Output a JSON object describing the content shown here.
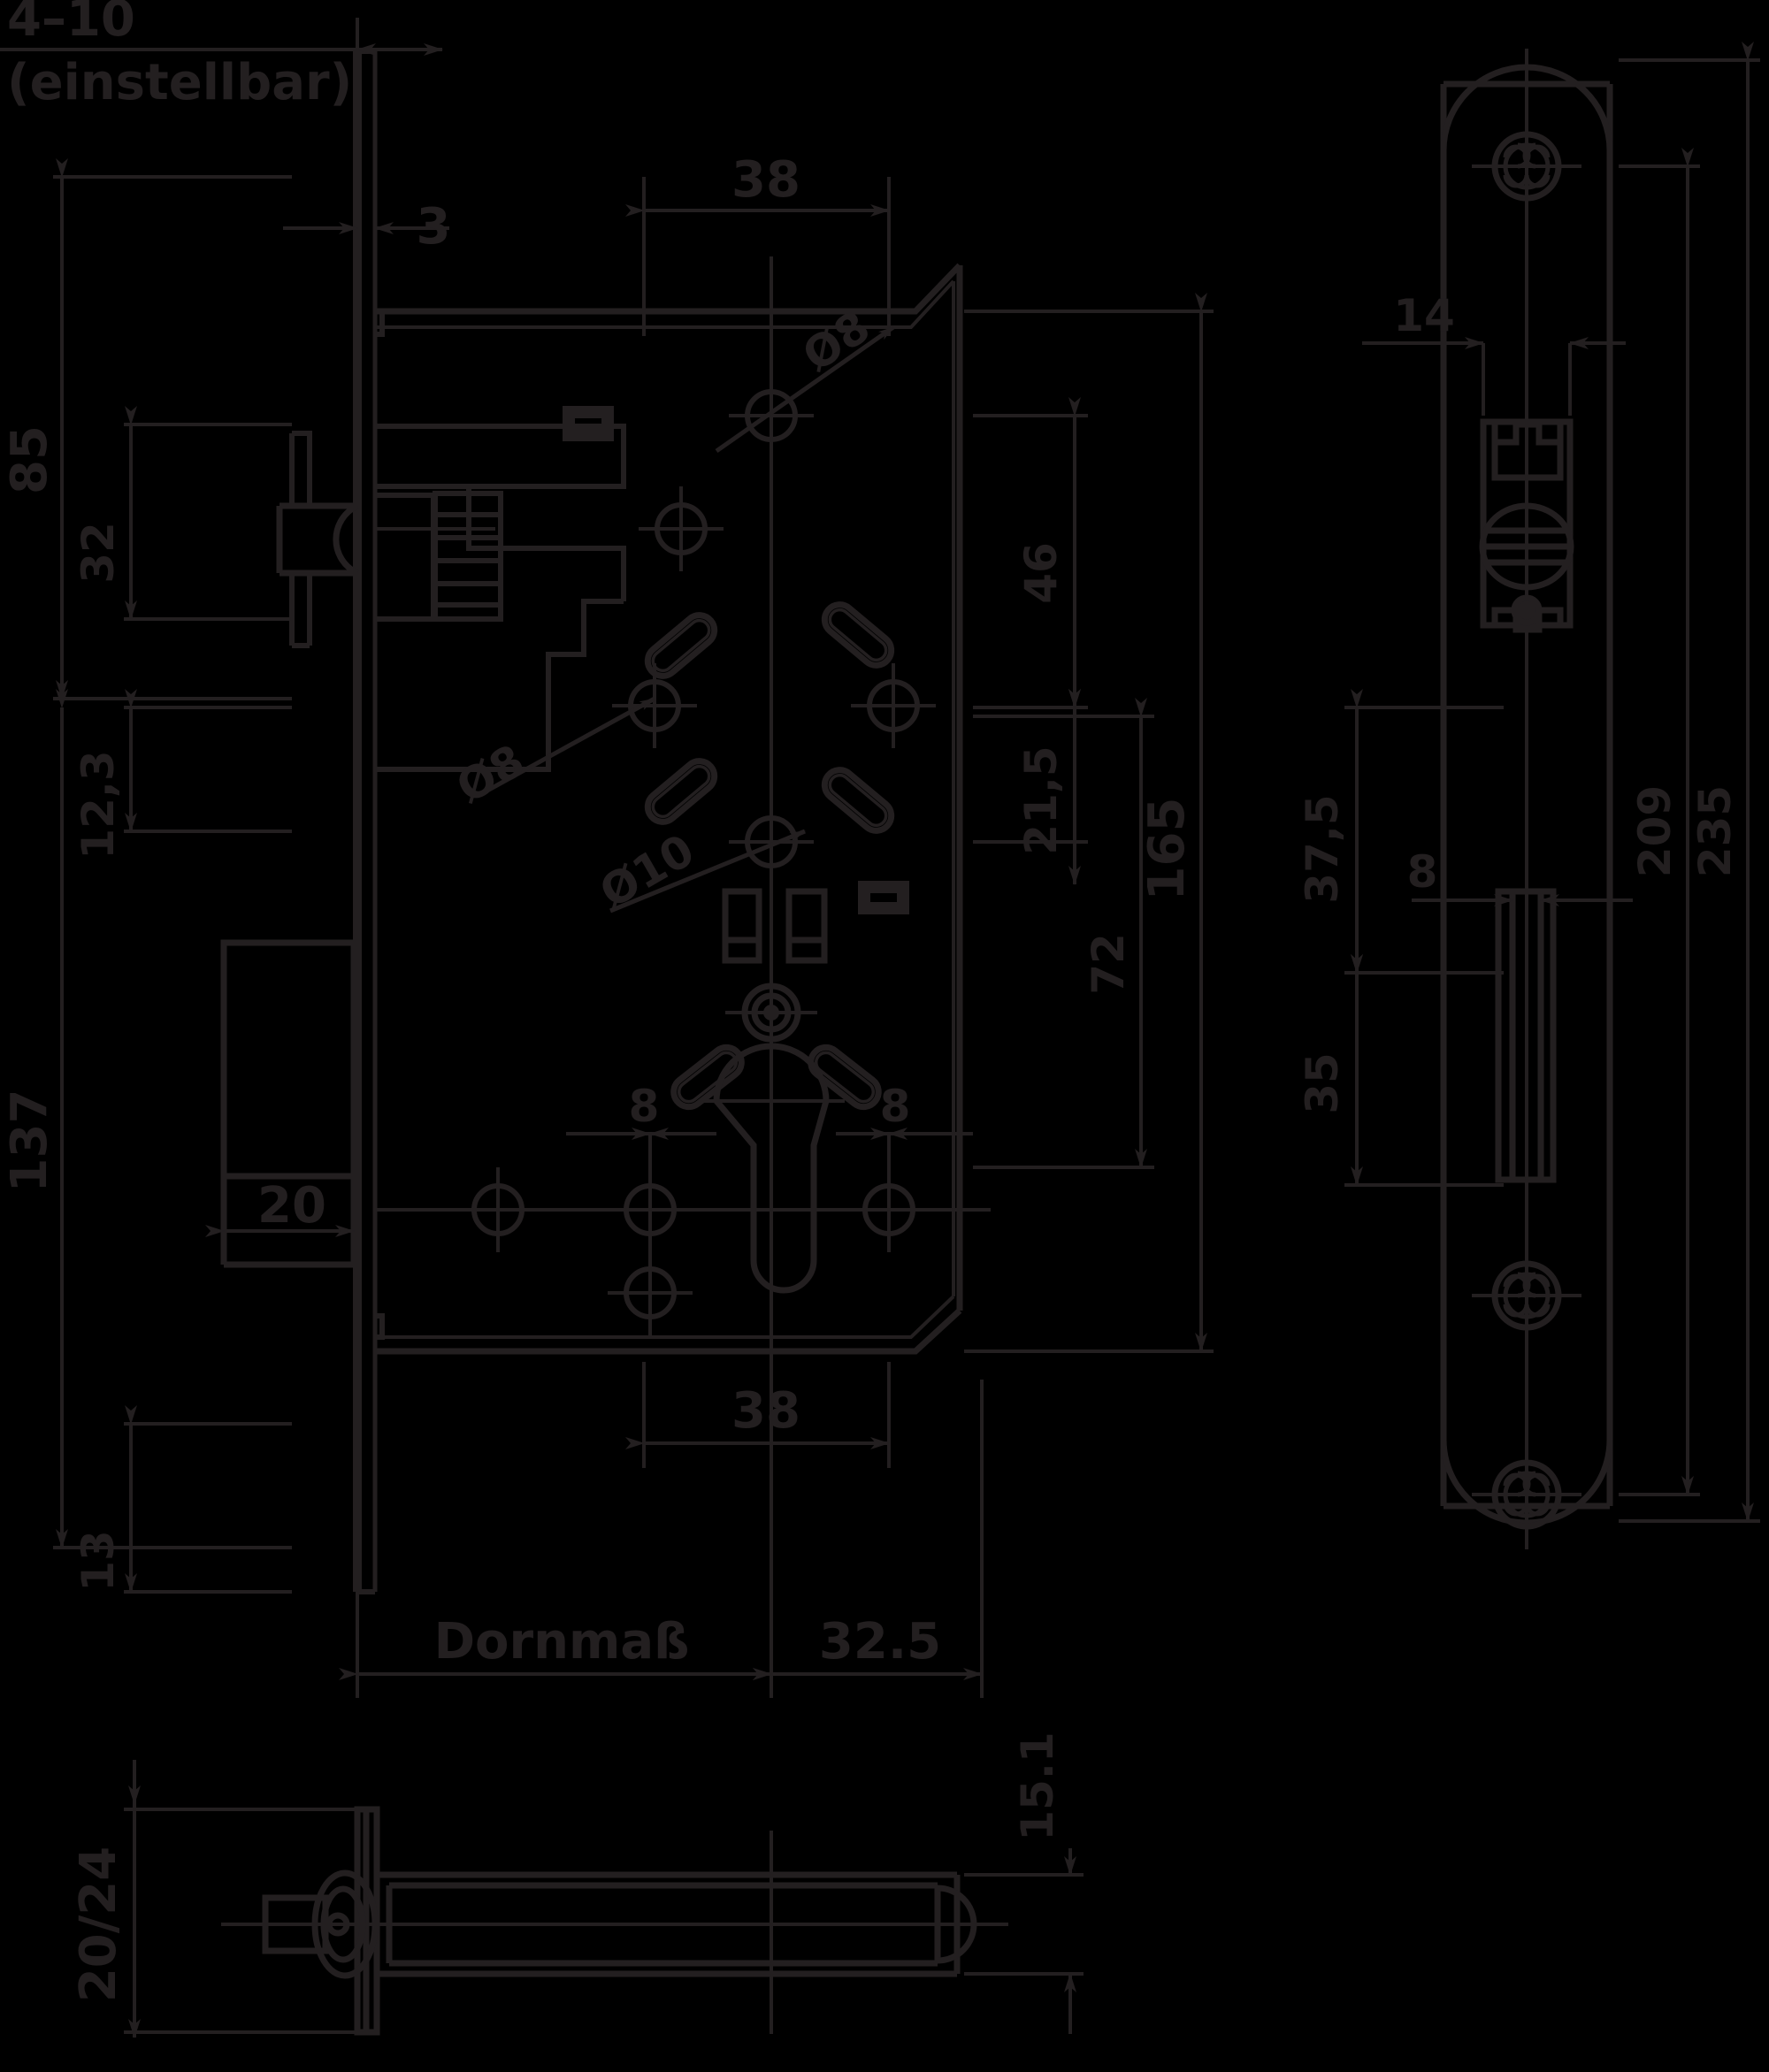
{
  "drawing": {
    "type": "technical-engineering-drawing",
    "subject": "mortise lock (Einsteckschloss) with faceplate",
    "units": "mm",
    "background_color": "#000000",
    "line_color": "#231f20",
    "views": [
      "front-section-view",
      "faceplate-front-view",
      "bottom-plan-view"
    ]
  },
  "notes": {
    "adjust_range": "4–10",
    "adjust_word": "(einstellbar)",
    "backset_label": "Dornmaß"
  },
  "dimensions": {
    "left_85": "85",
    "left_32": "32",
    "left_12_3": "12,3",
    "left_137": "137",
    "left_13": "13",
    "left_20": "20",
    "top_3": "3",
    "top_38": "38",
    "bottom_38": "38",
    "bottom_32_5": "32.5",
    "right_46": "46",
    "right_21_5": "21,5",
    "right_72": "72",
    "right_165": "165",
    "cyl_left_8": "8",
    "cyl_right_8": "8",
    "dia_8_top": "Ø8",
    "dia_8_mid": "Ø8",
    "dia_10": "Ø10",
    "fp_14": "14",
    "fp_37_5": "37,5",
    "fp_35": "35",
    "fp_8": "8",
    "fp_209": "209",
    "fp_235": "235",
    "bv_20_24": "20/24",
    "bv_15_1": "15.1"
  }
}
